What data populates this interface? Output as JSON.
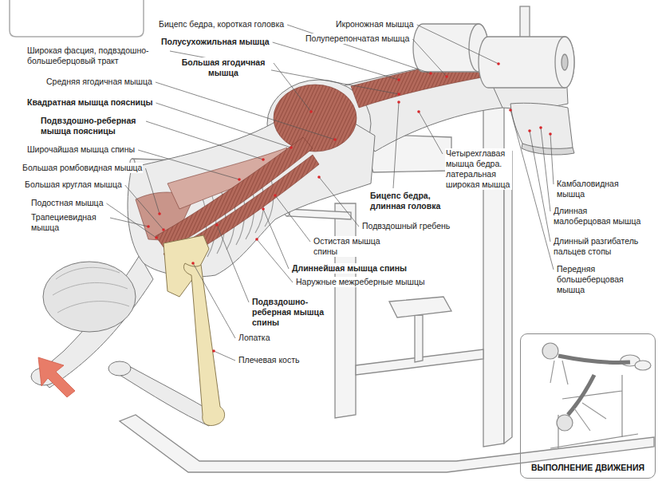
{
  "diagram": {
    "nodes": [
      {
        "text": [
          "ВЫПОЛНЕНИЕ ДВИЖЕНИЯ"
        ]
      }
    ],
    "labels": [
      "Широкая фасция, подвздошно- большеберцовый тракт",
      "Средняя ягодичная мышца",
      "Квадратная мышца поясницы",
      "Подвздошно-реберная мышца поясницы",
      "Широчайшая мышца спины",
      "Большая ромбовидная мышца",
      "Большая круглая мышца",
      "Подостная мышца",
      "Трапециевидная мышца",
      "Бицепс бедра, короткая головка",
      "Полусухожильная мышца",
      "Большая ягодичная мышца",
      "Икроножная мышца",
      "Полуперепончатая мышца",
      "Четырехглавая мышца бедра. латеральная широкая мышца",
      "Бицепс бедра, длинная головка",
      "Подвздошный гребень",
      "Остистая мышца спины",
      "Длиннейшая мышца спины",
      "Наружные межреберные мышцы",
      "Подвздошно-реберная мышца спины",
      "Лопатка",
      "Плечевая кость",
      "Камбаловидная мышца",
      "Длинная малоберцовая мышца",
      "Длинный разгибатель пальцев стопы",
      "Передняя большеберцовая мышца"
    ]
  }
}
